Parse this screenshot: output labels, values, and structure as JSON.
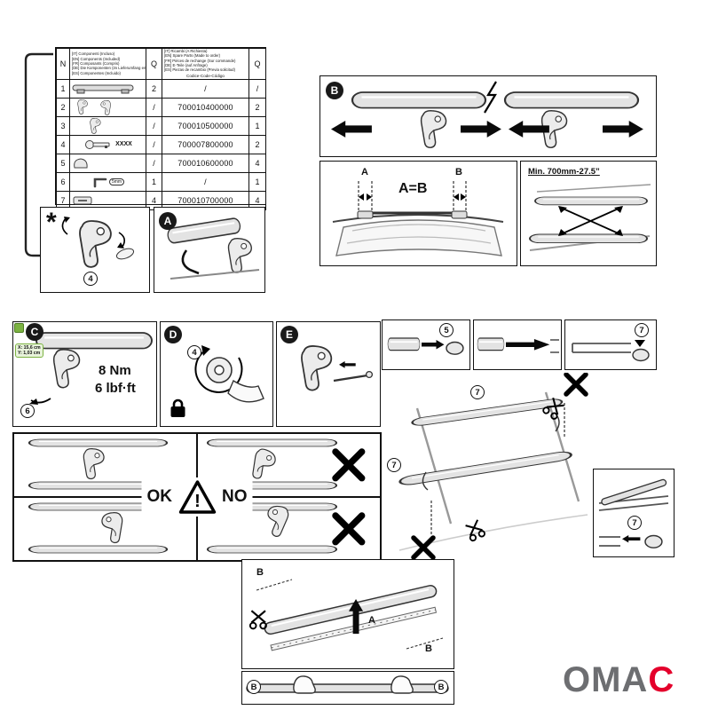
{
  "colors": {
    "accent_green": "#7cb342",
    "logo_gray": "#6d6e71",
    "logo_red": "#e4002b"
  },
  "parts_table": {
    "col_n": "N",
    "col_q_included": "Q",
    "col_q_spare": "Q",
    "included_legend": [
      "[IT] Componenti (Incluso)",
      "[EN] Components (Included)",
      "[FR] Composants (Compris)",
      "[DE] Die Komponenten (im Lieferumfang enthalten)",
      "[ES] Componentes (Incluido)"
    ],
    "spare_legend": [
      "[IT] Ricambi (A Richiesta)",
      "[EN] Spare Parts (Made to order)",
      "[FR] Pièces de rechange (Sur commande)",
      "[DE] E-Teile (auf Anfrage)",
      "[ES] Piezas de recambio (Previa solicitud)"
    ],
    "code_caption": "Codice-Code-Código",
    "rows": [
      {
        "n": "1",
        "q_included": "2",
        "code": "/",
        "q_spare": "/"
      },
      {
        "n": "2",
        "q_included": "/",
        "code": "700010400000",
        "q_spare": "2"
      },
      {
        "n": "3",
        "q_included": "/",
        "code": "700010500000",
        "q_spare": "1"
      },
      {
        "n": "4",
        "q_included": "/",
        "code": "700007800000",
        "q_spare": "2",
        "annotation": "XXXX"
      },
      {
        "n": "5",
        "q_included": "/",
        "code": "700010600000",
        "q_spare": "4"
      },
      {
        "n": "6",
        "q_included": "1",
        "code": "/",
        "q_spare": "1",
        "annotation": "5mm"
      },
      {
        "n": "7",
        "q_included": "4",
        "code": "700010700000",
        "q_spare": "4"
      }
    ]
  },
  "steps": {
    "star": "*",
    "step_a": "A",
    "step_b": "B",
    "step_c": "C",
    "step_d": "D",
    "step_e": "E"
  },
  "callouts": {
    "n4": "4",
    "n5": "5",
    "n6": "6",
    "n7": "7"
  },
  "measure": {
    "label_a": "A",
    "label_b": "B",
    "a_equals_b": "A=B",
    "min_spread": "Min. 700mm-27.5”",
    "torque_nm": "8 Nm",
    "torque_lbfft": "6 lbf·ft",
    "dim_x": "X: 15,6 cm",
    "dim_y": "Y: 1,03 cm"
  },
  "okno": {
    "ok": "OK",
    "no": "NO",
    "warning_mark": "!"
  },
  "fitting": {
    "label_a": "A",
    "label_b": "B"
  },
  "logo": {
    "gray_part": "OMA",
    "red_part": "C"
  }
}
